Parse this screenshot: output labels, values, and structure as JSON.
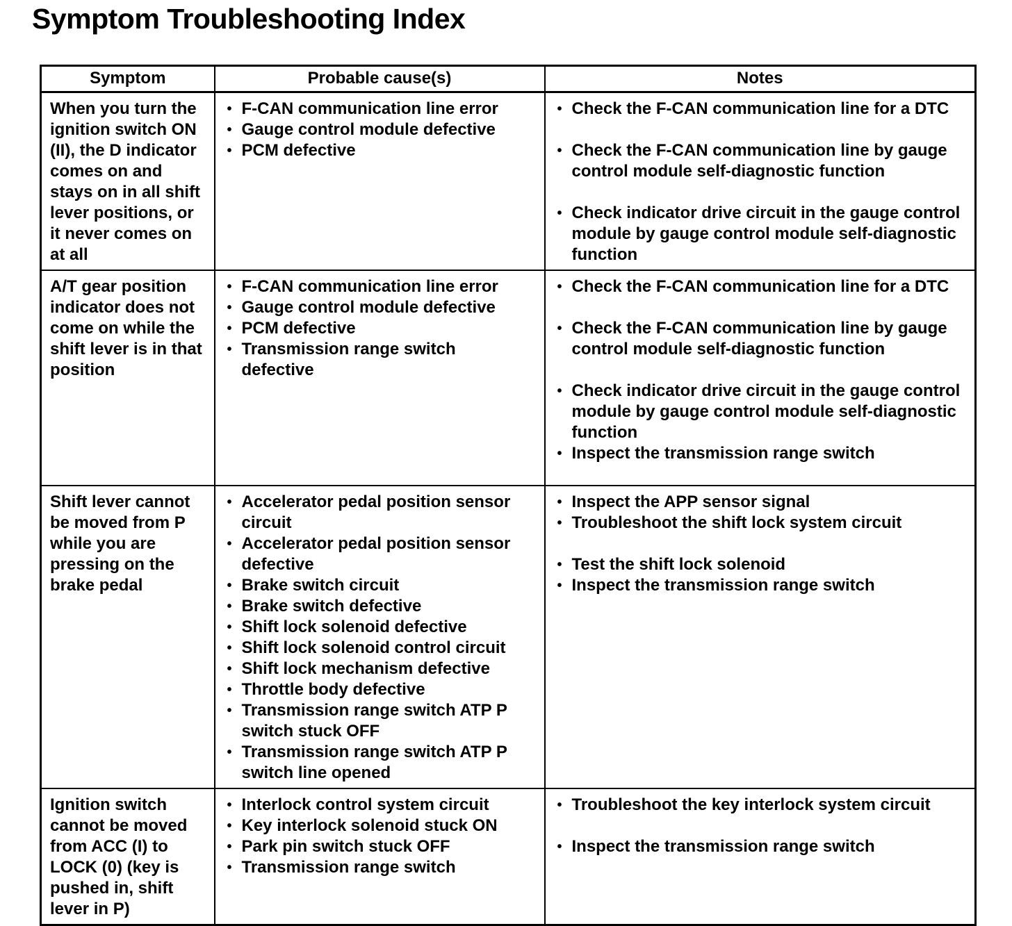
{
  "title": "Symptom Troubleshooting Index",
  "colors": {
    "ink": "#000000",
    "paper": "#ffffff"
  },
  "table": {
    "headers": [
      "Symptom",
      "Probable cause(s)",
      "Notes"
    ],
    "rows": [
      {
        "symptom": "When you turn the ignition switch ON (II), the D indicator comes on and stays on in all shift lever positions, or it never comes on at all",
        "causes": [
          "F-CAN communication line error",
          "Gauge control module defective",
          "PCM defective"
        ],
        "notes": [
          "Check the F-CAN communication line for a DTC",
          "",
          "Check the F-CAN communication line by gauge control module self-diagnostic function",
          "",
          "Check indicator drive circuit in the gauge control module by gauge control module self-diagnostic function"
        ]
      },
      {
        "symptom": "A/T gear position indicator does not come on while the shift lever is in that position",
        "causes": [
          "F-CAN communication line error",
          "Gauge control module defective",
          "PCM defective",
          "Transmission range switch defective"
        ],
        "notes": [
          "Check the F-CAN communication line for a DTC",
          "",
          "Check the F-CAN communication line by gauge control module self-diagnostic function",
          "",
          "Check indicator drive circuit in the gauge control module by gauge control module self-diagnostic function",
          "Inspect the transmission range switch"
        ]
      },
      {
        "symptom": "Shift lever cannot be moved from P while you are pressing on the brake pedal",
        "causes": [
          "Accelerator pedal position sensor circuit",
          "Accelerator pedal position sensor defective",
          "Brake switch circuit",
          "Brake switch defective",
          "Shift lock solenoid defective",
          "Shift lock solenoid control circuit",
          "Shift lock mechanism defective",
          "Throttle body defective",
          "Transmission range switch ATP P switch stuck OFF",
          "Transmission range switch ATP P switch line opened"
        ],
        "notes": [
          "Inspect the APP sensor signal",
          "Troubleshoot the shift lock system circuit",
          "",
          "Test the shift lock solenoid",
          "Inspect the transmission range switch"
        ]
      },
      {
        "symptom": "Ignition switch cannot be moved from ACC (I) to LOCK (0) (key is pushed in, shift lever in P)",
        "causes": [
          "Interlock control system circuit",
          "Key interlock solenoid stuck ON",
          "Park pin switch stuck OFF",
          "Transmission range switch"
        ],
        "notes": [
          "Troubleshoot the key interlock system circuit",
          "",
          "Inspect the transmission range switch"
        ]
      }
    ]
  }
}
